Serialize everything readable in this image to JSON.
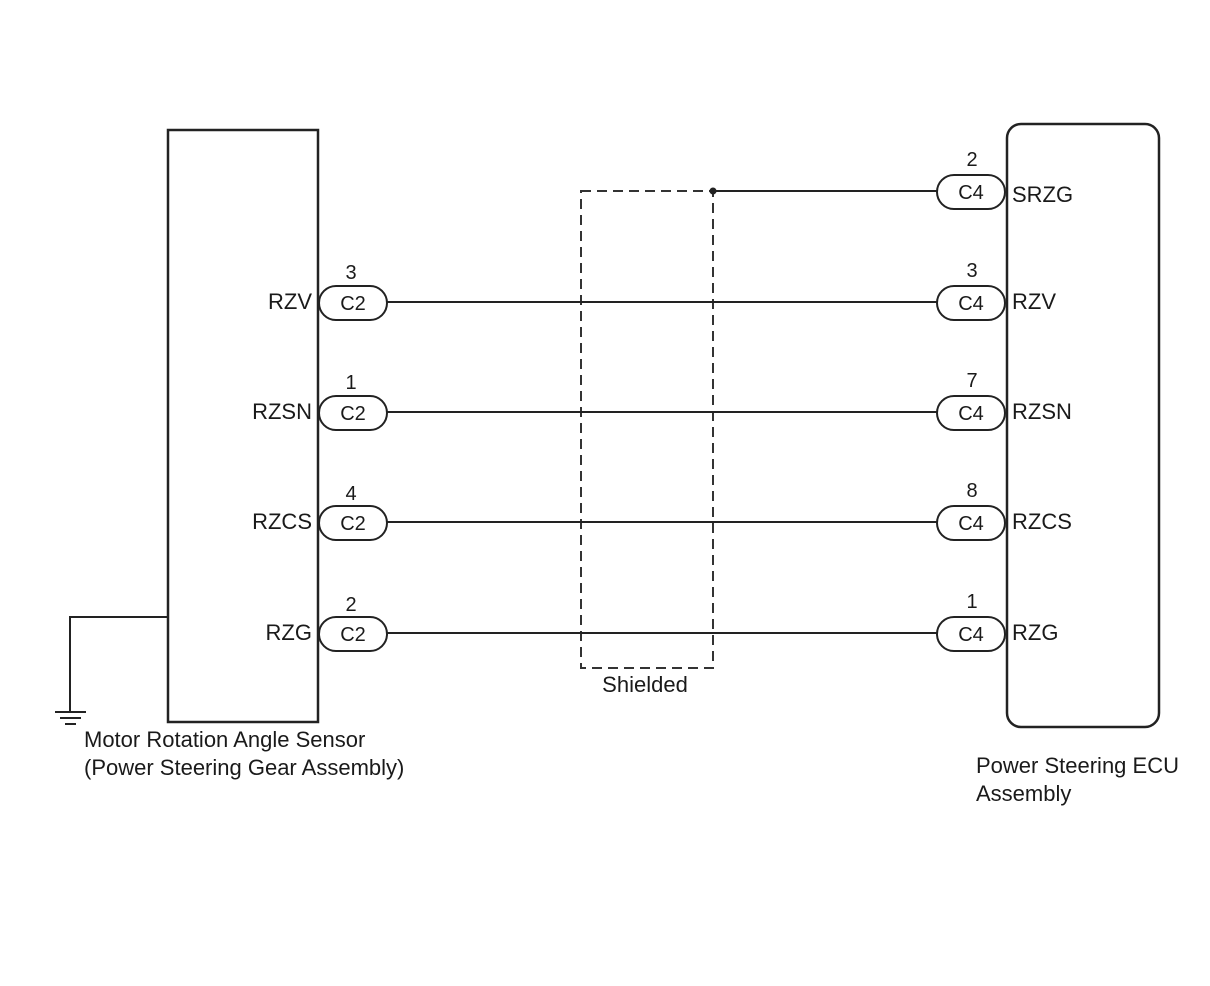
{
  "sensor": {
    "label_line1": "Motor Rotation Angle Sensor",
    "label_line2": "(Power Steering Gear Assembly)",
    "connector": "C2",
    "pins": [
      {
        "signal": "RZV",
        "pin": "3"
      },
      {
        "signal": "RZSN",
        "pin": "1"
      },
      {
        "signal": "RZCS",
        "pin": "4"
      },
      {
        "signal": "RZG",
        "pin": "2"
      }
    ]
  },
  "ecu": {
    "label_line1": "Power Steering ECU",
    "label_line2": "Assembly",
    "connector": "C4",
    "pins": [
      {
        "signal": "SRZG",
        "pin": "2"
      },
      {
        "signal": "RZV",
        "pin": "3"
      },
      {
        "signal": "RZSN",
        "pin": "7"
      },
      {
        "signal": "RZCS",
        "pin": "8"
      },
      {
        "signal": "RZG",
        "pin": "1"
      }
    ]
  },
  "shield": {
    "label": "Shielded"
  }
}
